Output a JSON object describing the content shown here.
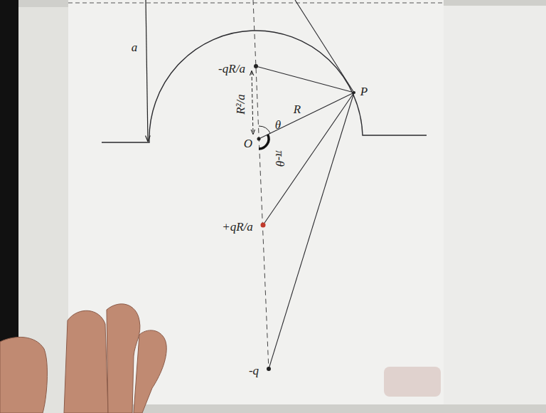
{
  "diagram": {
    "labels": [
      "a",
      "-qR/a",
      "R²/a",
      "θ",
      "R",
      "O",
      "π-θ",
      "+qR/a",
      "P",
      "-q"
    ]
  }
}
